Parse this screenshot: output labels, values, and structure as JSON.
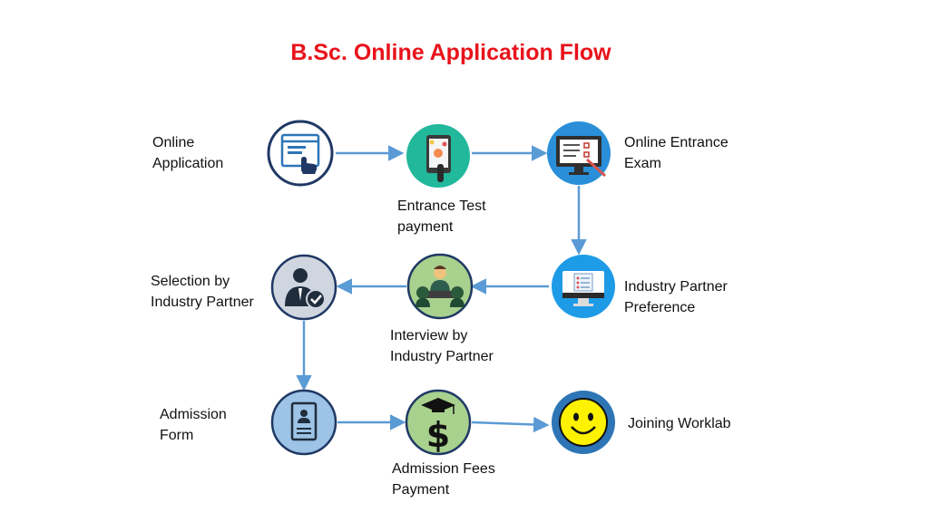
{
  "title": "B.Sc. Online Application Flow",
  "colors": {
    "title": "#e8131b",
    "arrow": "#5b9bd5",
    "ring": "#1f3864"
  },
  "steps": [
    {
      "id": "online-application",
      "line1": "Online",
      "line2": "Application",
      "icon": "web-form-hand-icon"
    },
    {
      "id": "entrance-test-payment",
      "line1": "Entrance Test",
      "line2": "payment",
      "icon": "tablet-payment-icon"
    },
    {
      "id": "online-entrance-exam",
      "line1": "Online Entrance",
      "line2": "Exam",
      "icon": "monitor-checklist-icon"
    },
    {
      "id": "industry-partner-preference",
      "line1": "Industry Partner",
      "line2": "Preference",
      "icon": "monitor-list-icon"
    },
    {
      "id": "interview-by-industry-partner",
      "line1": "Interview by",
      "line2": "Industry Partner",
      "icon": "interview-panel-icon"
    },
    {
      "id": "selection-by-industry-partner",
      "line1": "Selection by",
      "line2": "Industry Partner",
      "icon": "person-check-icon"
    },
    {
      "id": "admission-form",
      "line1": "Admission",
      "line2": "Form",
      "icon": "id-document-icon"
    },
    {
      "id": "admission-fees-payment",
      "line1": "Admission Fees",
      "line2": "Payment",
      "icon": "graduation-dollar-icon"
    },
    {
      "id": "joining-worklab",
      "line1": "Joining Worklab",
      "line2": "",
      "icon": "smiley-face-icon"
    }
  ]
}
